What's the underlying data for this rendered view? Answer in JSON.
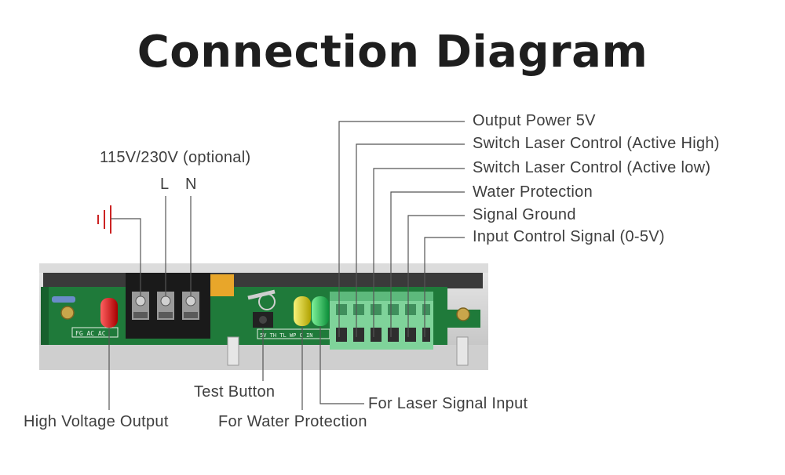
{
  "title": "Connection Diagram",
  "input": {
    "voltage_label": "115V/230V (optional)",
    "terminal_l": "L",
    "terminal_n": "N"
  },
  "right_labels": [
    "Output Power 5V",
    "Switch Laser Control (Active High)",
    "Switch Laser Control (Active low)",
    "Water Protection",
    "Signal Ground",
    "Input Control Signal (0-5V)"
  ],
  "bottom_labels": {
    "test_button": "Test Button",
    "laser_signal_input": "For Laser Signal Input",
    "high_voltage_output": "High Voltage Output",
    "water_protection": "For Water Protection"
  },
  "pcb_silkscreen": {
    "left": "FG  AC  AC",
    "right": "5V  TH  TL  WP  G  IN"
  },
  "colors": {
    "pcb": "#1f7a3a",
    "terminal_block": "#7fd39a",
    "ground_symbol": "#cc2222",
    "line": "#555555",
    "text": "#3e3e3e"
  },
  "icons": [
    "ground-icon"
  ]
}
